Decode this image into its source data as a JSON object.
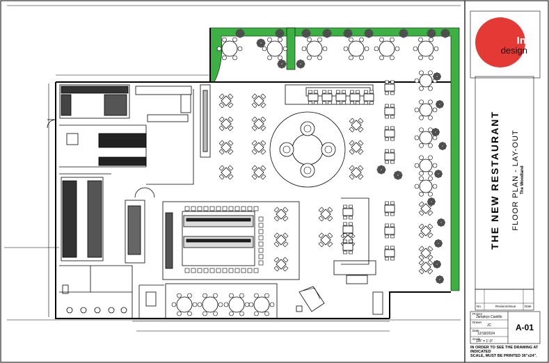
{
  "logo": {
    "line1": "In",
    "line2": "design",
    "color": "#e53935"
  },
  "title": {
    "name": "THE NEW RESTAURANT",
    "subtitle": "FLOOR PLAN - LAY-OUT",
    "client": "The Woodland"
  },
  "revision_table": {
    "col_no": "No.",
    "col_rev": "Revision/Issue",
    "col_date": "Date"
  },
  "info": {
    "project_by_label": "Project",
    "project_by": "Jampkys Castillo",
    "drawn_label": "Drawn",
    "drawn": "JC",
    "date_label": "Date",
    "date": "12/18/2024",
    "scale_label": "Scale",
    "scale": "1/4\" = 1'-0\"",
    "sheet": "A-01"
  },
  "note": {
    "line1": "IN ORDER TO SEE THE DRAWING AT",
    "line2": "INDICATED",
    "line3": "SCALE, MUST BE PRINTED 36\"x24\"."
  },
  "colors": {
    "greenery": "#3cb043",
    "plant": "#555555",
    "line": "#000000"
  }
}
